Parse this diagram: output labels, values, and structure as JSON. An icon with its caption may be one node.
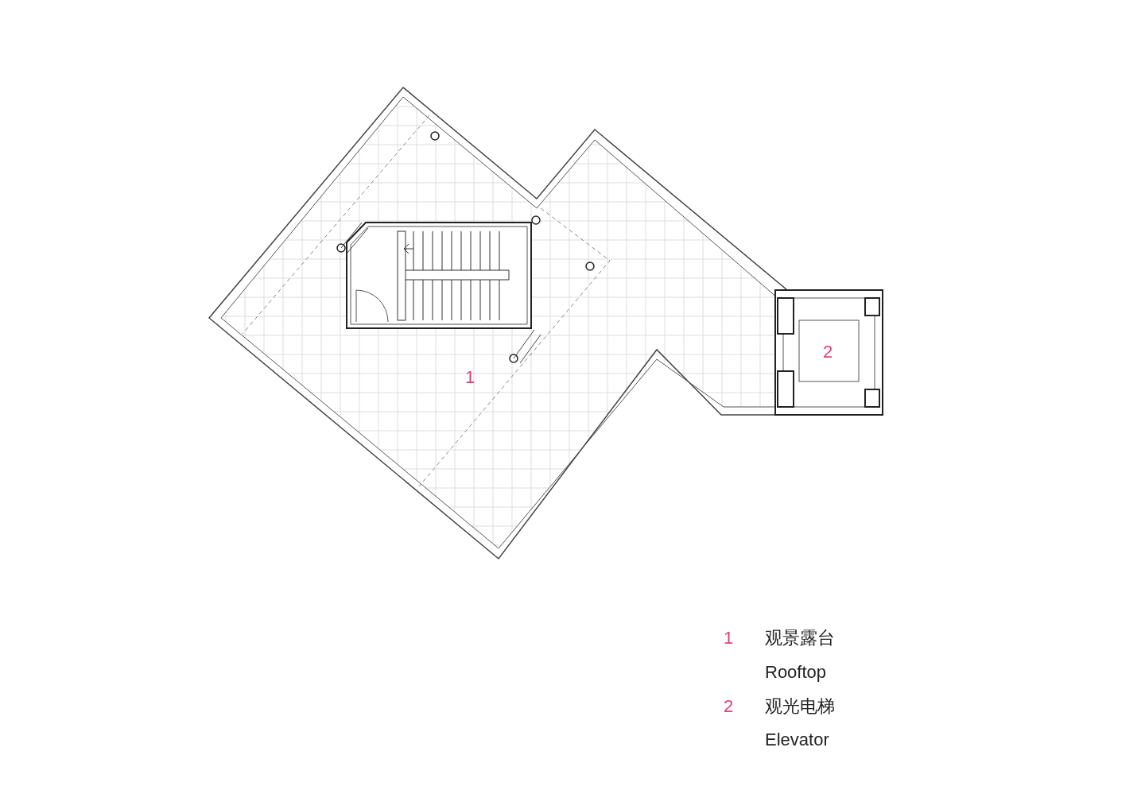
{
  "diagram": {
    "labels": [
      "2",
      "1",
      "1",
      "观景露台",
      "Rooftop",
      "2",
      "观光电梯",
      "Elevator"
    ]
  }
}
